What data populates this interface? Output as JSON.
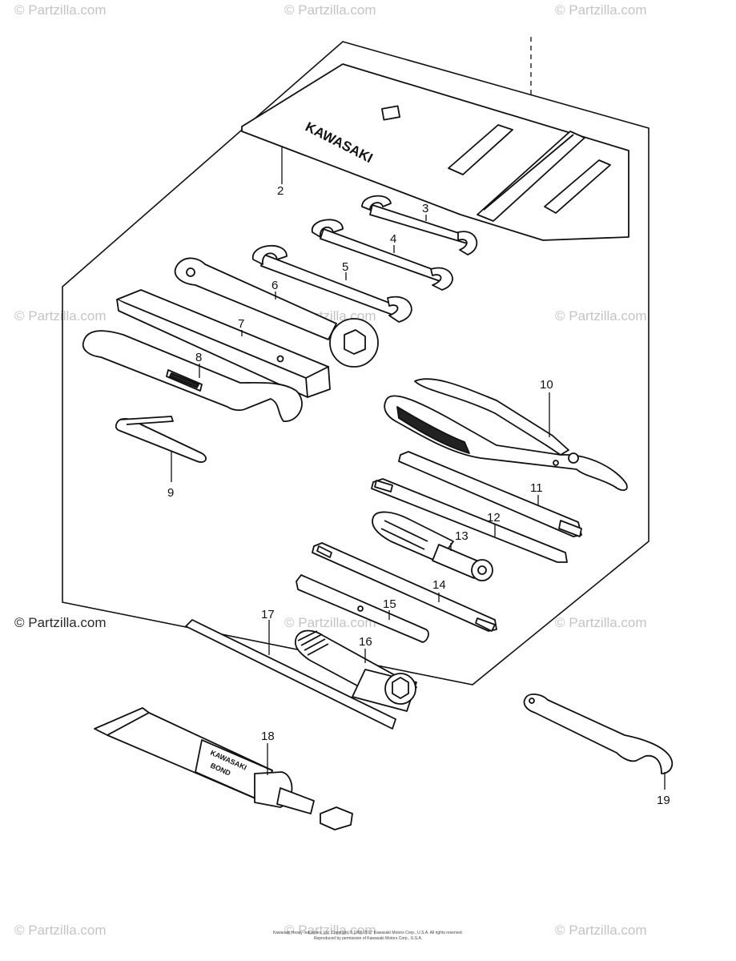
{
  "watermark": "© Partzilla.com",
  "brand_label": "KAWASAKI",
  "bond_label_line1": "KAWASAKI",
  "bond_label_line2": "BOND",
  "callouts": [
    "2",
    "3",
    "4",
    "5",
    "6",
    "7",
    "8",
    "9",
    "10",
    "11",
    "12",
    "13",
    "14",
    "15",
    "16",
    "17",
    "18",
    "19"
  ],
  "copyright_line1": "Kawasaki Heavy Industries, Ltd. Copyright © 1996-2017 Kawasaki Motors Corp., U.S.A. All rights reserved.",
  "copyright_line2": "Reproduced by permission of Kawasaki Motors Corp., U.S.A."
}
